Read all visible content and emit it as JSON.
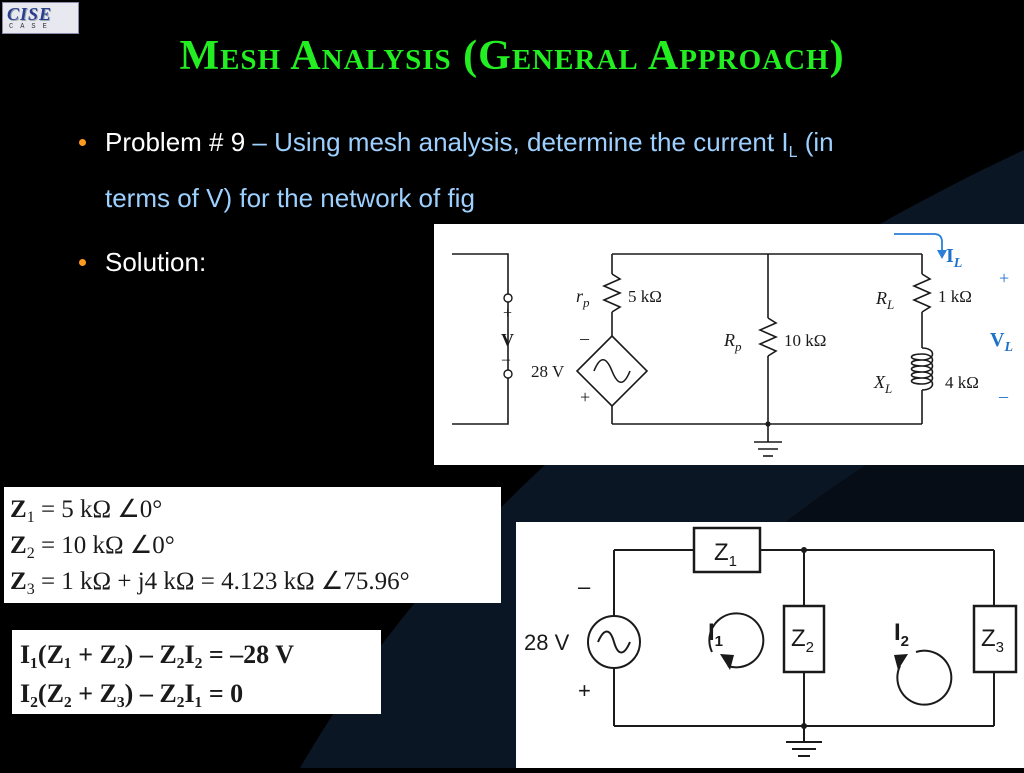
{
  "logo": {
    "text": "CISE",
    "subtitle": "CASE"
  },
  "title": "Mesh Analysis (General Approach)",
  "bullets": [
    {
      "prefix": "Problem # 9",
      "dash": " – ",
      "text_1": "Using mesh analysis, determine the current I",
      "subscript": "L",
      "text_2": " (in",
      "line_2": "terms of V) for the network of fig"
    },
    {
      "text": "Solution:"
    }
  ],
  "circuit_figure": {
    "current_label": "I",
    "current_sub": "L",
    "plus_right": "+",
    "minus_right": "–",
    "vl_label": "V",
    "vl_sub": "L",
    "input_plus": "+",
    "input_v": "V",
    "input_minus": "–",
    "rp_label": "r",
    "rp_sub": "p",
    "rp_value": "5 kΩ",
    "src_minus": "–",
    "src_plus": "+",
    "src_value": "28 V",
    "Rp_label": "R",
    "Rp_sub": "p",
    "Rp_value": "10 kΩ",
    "RL_label": "R",
    "RL_sub": "L",
    "RL_value": "1 kΩ",
    "XL_label": "X",
    "XL_sub": "L",
    "XL_value": "4 kΩ"
  },
  "impedance_box": {
    "lines": [
      {
        "sym": "Z",
        "sub": "1",
        "rest": " = 5 kΩ ∠0°"
      },
      {
        "sym": "Z",
        "sub": "2",
        "rest": " = 10 kΩ ∠0°"
      },
      {
        "sym": "Z",
        "sub": "3",
        "rest": " = 1 kΩ + j4 kΩ = 4.123 kΩ ∠75.96°"
      }
    ]
  },
  "equations_box": {
    "eq1": "I₁(Z₁ + Z₂) – Z₂I₂ = –28 V",
    "eq2": "I₂(Z₂ + Z₃) – Z₂I₁ = 0"
  },
  "mesh_figure": {
    "z1": "Z",
    "z1_sub": "1",
    "z2": "Z",
    "z2_sub": "2",
    "z3": "Z",
    "z3_sub": "3",
    "i1": "I",
    "i1_sub": "1",
    "i2": "I",
    "i2_sub": "2",
    "source": "28 V",
    "minus": "–",
    "plus": "+"
  }
}
